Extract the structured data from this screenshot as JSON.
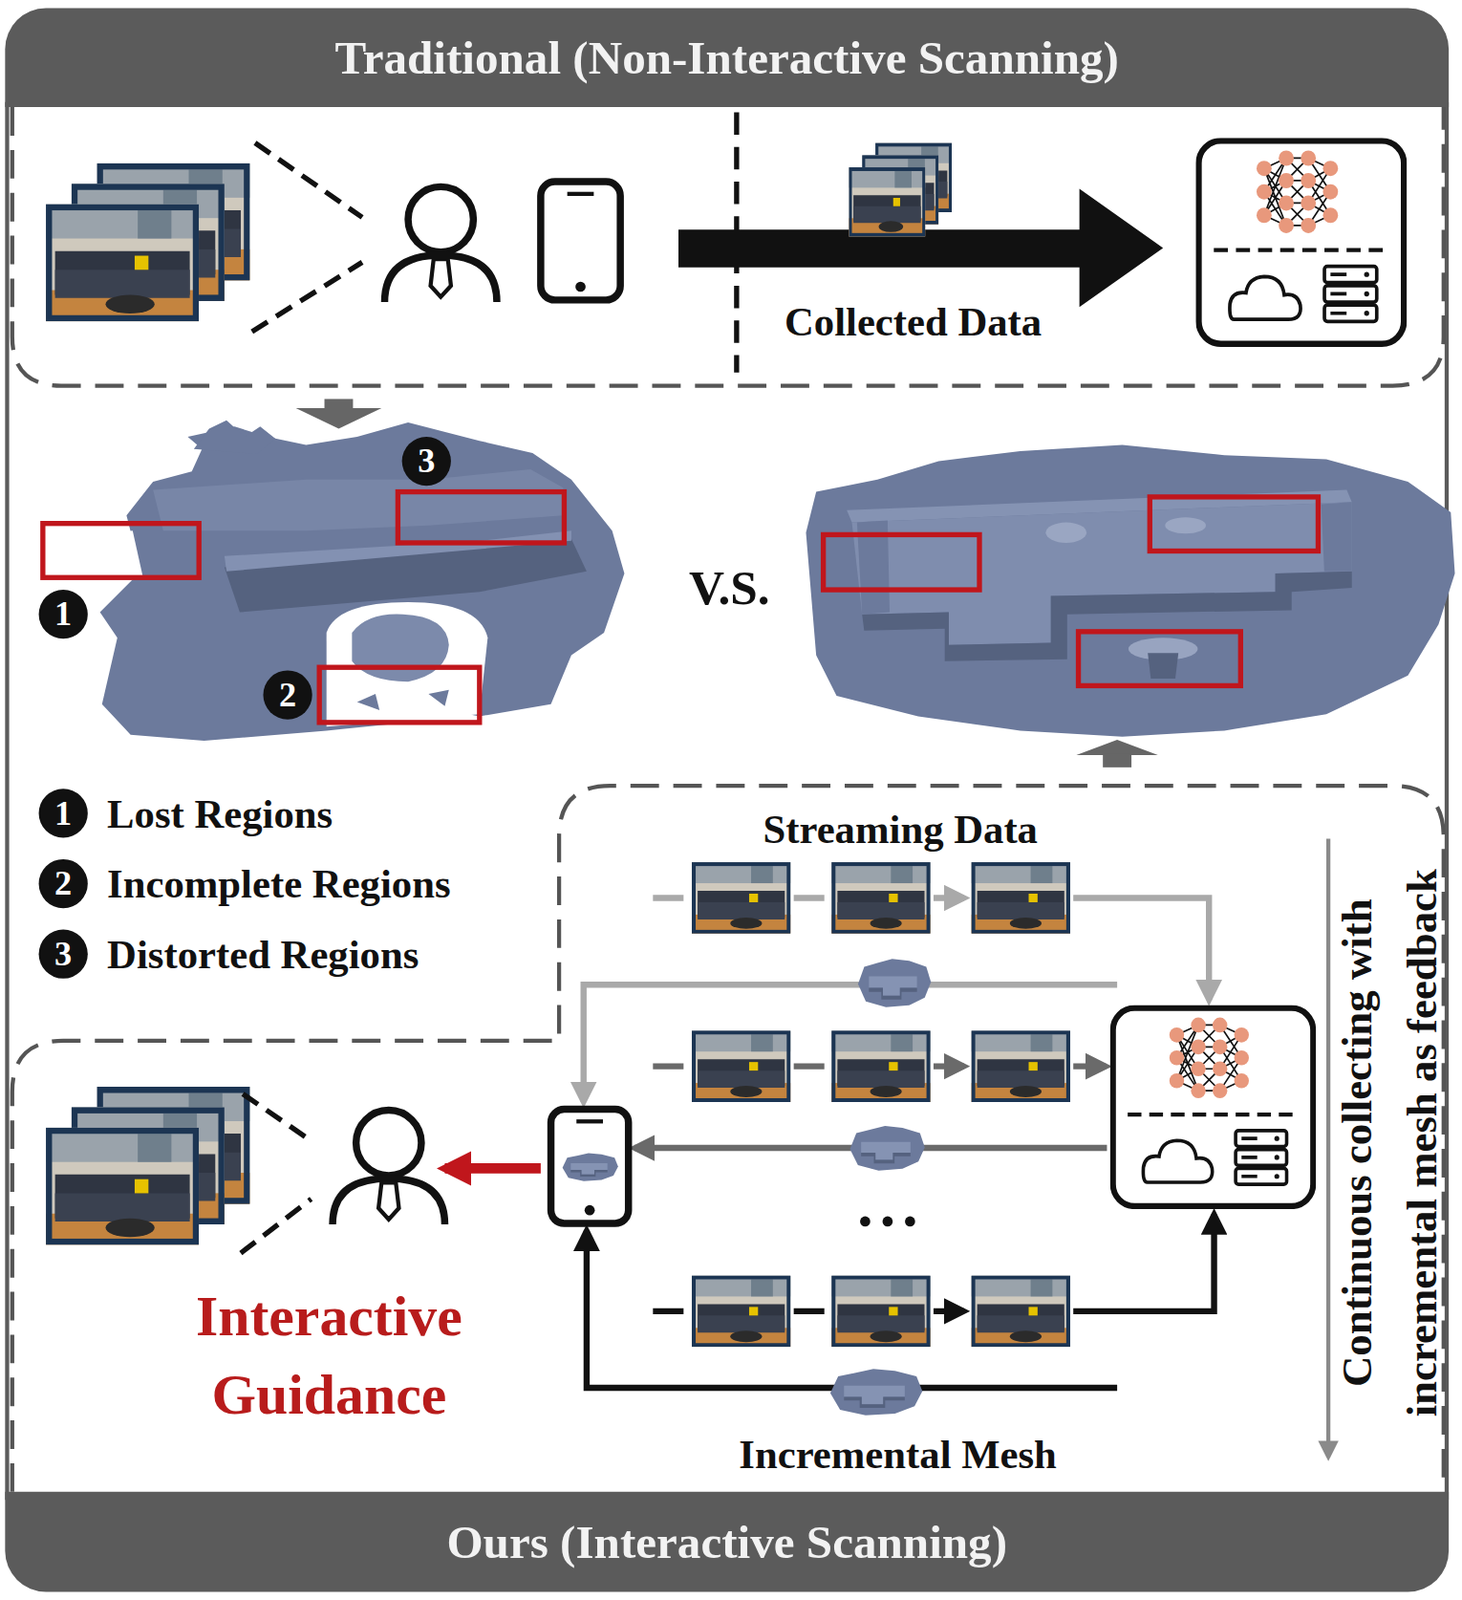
{
  "diagram": {
    "nodes": [
      {
        "text": [
          "Traditional (Non-Interactive Scanning)"
        ]
      },
      {
        "text": [
          "Ours (Interactive Scanning)"
        ]
      }
    ],
    "labels": [
      "Collected Data",
      "3",
      "1",
      "V.S.",
      "2",
      "1",
      "2",
      "3",
      "Streaming Data",
      "Interactive Guidance",
      "Incremental Mesh",
      "Continuous collecting with incremental mesh as feedback"
    ],
    "legend": [
      {
        "text": "Lost Regions"
      },
      {
        "text": "Incomplete Regions"
      },
      {
        "text": "Distorted Regions"
      }
    ]
  }
}
